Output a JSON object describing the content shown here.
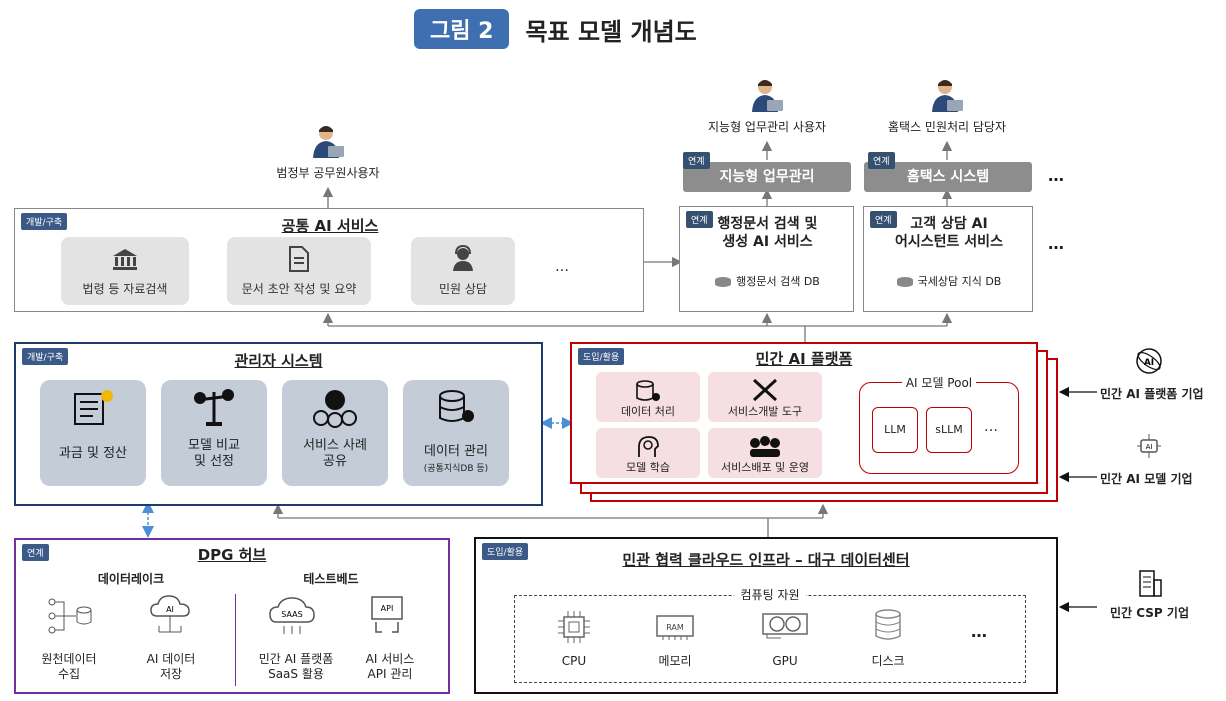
{
  "title": {
    "badge": "그림 2",
    "text": "목표 모델 개념도"
  },
  "users": {
    "gov": "범정부 공무원사용자",
    "intelligent": "지능형 업무관리 사용자",
    "hometax": "홈택스 민원처리 담당자"
  },
  "common_ai": {
    "tag": "개발/구축",
    "title": "공통 AI 서비스",
    "items": [
      "법령 등 자료검색",
      "문서 초안 작성 및 요약",
      "민원 상담"
    ],
    "more": "…"
  },
  "linked": {
    "tag": "연계",
    "intelligent_head": "지능형 업무관리",
    "hometax_head": "홈택스 시스템",
    "doc_service": {
      "title": "행정문서 검색 및\n생성 AI 서비스",
      "db": "행정문서 검색 DB"
    },
    "consult_service": {
      "title": "고객 상담 AI\n어시스턴트 서비스",
      "db": "국세상담 지식 DB"
    },
    "more": "…"
  },
  "admin": {
    "tag": "개발/구축",
    "title": "관리자 시스템",
    "items": [
      {
        "label": "과금 및 정산",
        "sub": ""
      },
      {
        "label": "모델 비교\n및 선정",
        "sub": ""
      },
      {
        "label": "서비스 사례\n공유",
        "sub": ""
      },
      {
        "label": "데이터 관리",
        "sub": "(공통지식DB 등)"
      }
    ]
  },
  "private_ai": {
    "tag": "도입/활용",
    "title": "민간 AI 플랫폼",
    "items": [
      "데이터 처리",
      "서비스개발 도구",
      "모델 학습",
      "서비스배포 및 운영"
    ],
    "pool_title": "AI 모델 Pool",
    "pool_items": [
      "LLM",
      "sLLM",
      "…"
    ]
  },
  "side": {
    "platform_company": "민간 AI 플랫폼 기업",
    "model_company": "민간 AI 모델 기업",
    "csp_company": "민간 CSP 기업"
  },
  "dpg": {
    "tag": "연계",
    "title": "DPG 허브",
    "lake_title": "데이터레이크",
    "testbed_title": "테스트베드",
    "items": [
      "원천데이터\n수집",
      "AI 데이터\n저장",
      "민간 AI 플랫폼\nSaaS 활용",
      "AI 서비스\nAPI 관리"
    ]
  },
  "cloud": {
    "tag": "도입/활용",
    "title": "민관 협력 클라우드 인프라 – 대구 데이터센터",
    "compute_title": "컴퓨팅 자원",
    "items": [
      "CPU",
      "메모리",
      "GPU",
      "디스크",
      "…"
    ]
  },
  "colors": {
    "admin_border": "#1f3a6e",
    "private_border": "#c00000",
    "dpg_border": "#7030a0",
    "badge_bg": "#3e6fb0"
  }
}
